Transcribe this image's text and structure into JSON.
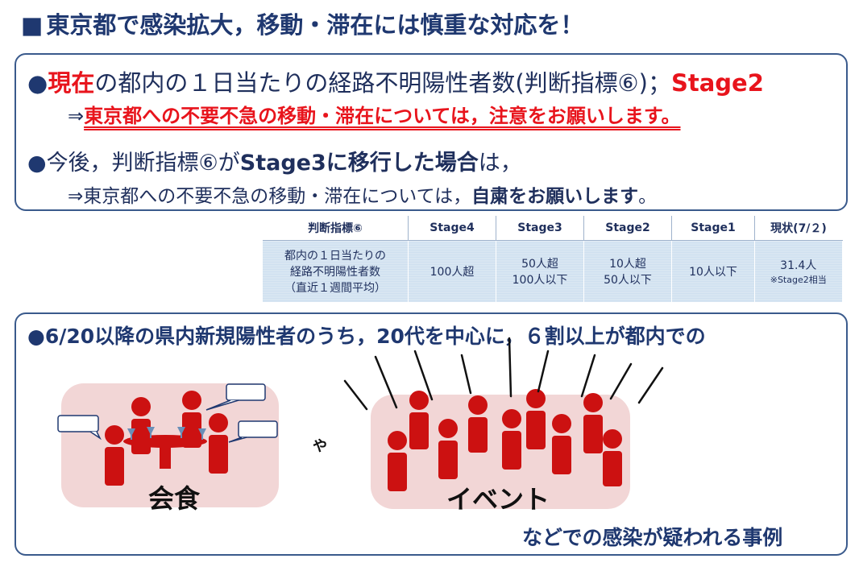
{
  "title": "東京都で感染拡大，移動・滞在には慎重な対応を！",
  "box1": {
    "line1_red": "現在",
    "line1_text": "の都内の１日当たりの経路不明陽性者数(判断指標⑥)；",
    "line1_stage": "Stage2",
    "line2_arrow": "⇒",
    "line2_red": "東京都への不要不急の移動・滞在については，注意をお願いします。",
    "line3_text1": "今後，判断指標⑥が",
    "line3_bold": "Stage3に移行した場合",
    "line3_text2": "は，",
    "line4_text": "⇒東京都への不要不急の移動・滞在については，",
    "line4_bold": "自粛をお願いします",
    "line4_end": "。"
  },
  "table": {
    "headers": [
      "判断指標⑥",
      "Stage4",
      "Stage3",
      "Stage2",
      "Stage1",
      "現状(7/２)"
    ],
    "row_label_1": "都内の１日当たりの",
    "row_label_2": "経路不明陽性者数",
    "row_label_3": "（直近１週間平均）",
    "stage4": "100人超",
    "stage3_a": "50人超",
    "stage3_b": "100人以下",
    "stage2_a": "10人超",
    "stage2_b": "50人以下",
    "stage1": "10人以下",
    "current": "31.4人",
    "current_note": "※Stage2相当"
  },
  "box2": {
    "line1": "6/20以降の県内新規陽性者のうち，20代を中心に，６割以上が都内での",
    "panel1_label": "会食",
    "connector": "や",
    "panel2_label": "イベント",
    "footer": "などでの感染が疑われる事例"
  },
  "colors": {
    "navy": "#1f3870",
    "red": "#e8141c",
    "figure": "#cc1111",
    "panel": "#f2d6d6",
    "table_cell": "#cfe0f0"
  }
}
